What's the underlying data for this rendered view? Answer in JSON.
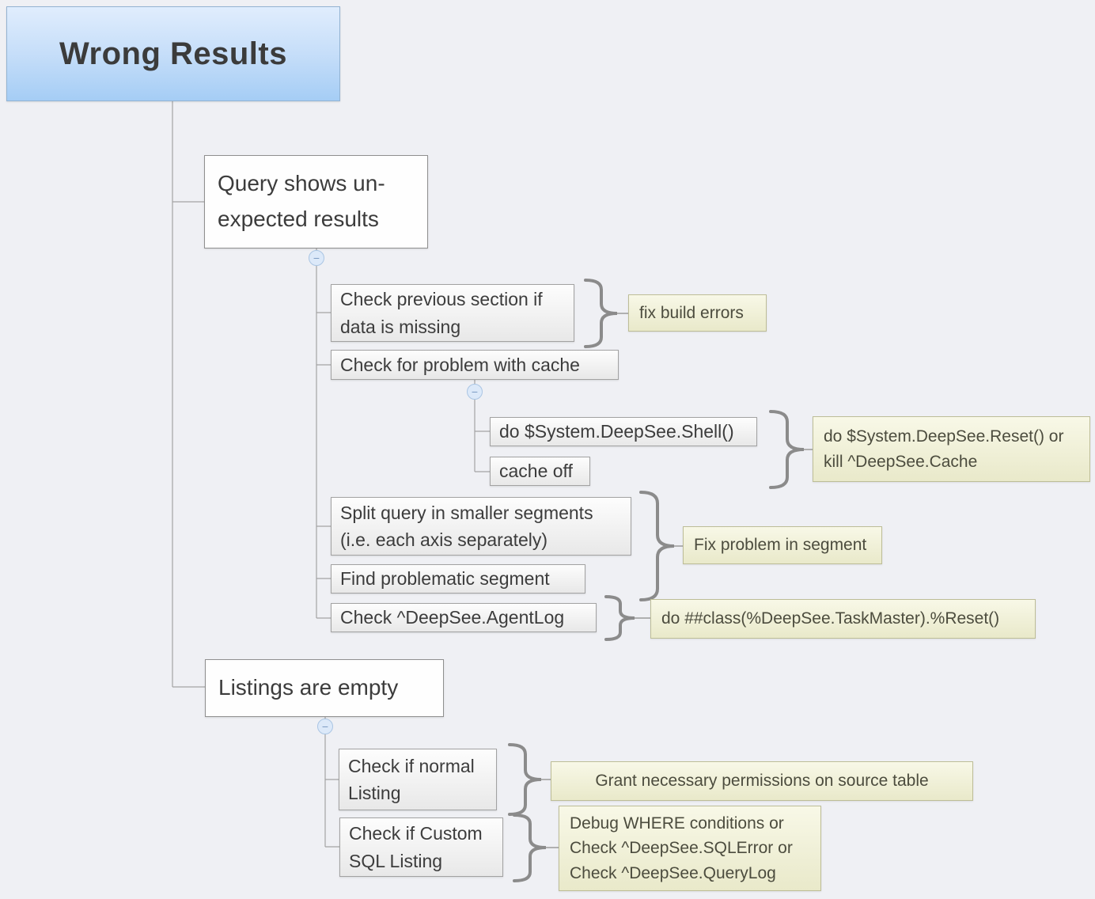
{
  "diagram_title": "Wrong Results troubleshooting mind map",
  "colors": {
    "canvas_bg": "#eff0f4",
    "root_gradient_top": "#e0edfd",
    "root_gradient_bottom": "#a5cdf5",
    "node_bg": "#fefefe",
    "child_gradient_bottom": "#e8e8e8",
    "note_bg_top": "#f8f8e7",
    "note_bg_bottom": "#e9e9ca",
    "note_border": "#bdbd97",
    "wire_gray": "#a3a3a3",
    "brace_gray": "#8b8b8b",
    "collapse_fill": "#dce9f9",
    "collapse_border": "#aac5e3"
  },
  "icons": {
    "collapse_glyph": "−"
  },
  "nodes": {
    "root": {
      "label": "Wrong Results"
    },
    "query": {
      "lines": [
        "Query shows un-",
        "expected results"
      ]
    },
    "check_prev": {
      "lines": [
        "Check previous section if",
        "data is missing"
      ]
    },
    "cache": {
      "label": "Check for problem with cache"
    },
    "shell": {
      "label": "do $System.DeepSee.Shell()"
    },
    "cache_off": {
      "label": "cache off"
    },
    "split": {
      "lines": [
        "Split query in smaller segments",
        "(i.e. each axis separately)"
      ]
    },
    "find": {
      "label": "Find problematic segment"
    },
    "agentlog": {
      "label": "Check ^DeepSee.AgentLog"
    },
    "listings": {
      "label": "Listings are empty"
    },
    "normal_listing": {
      "lines": [
        "Check if normal",
        "Listing"
      ]
    },
    "custom_sql": {
      "lines": [
        "Check if Custom",
        "SQL Listing"
      ]
    }
  },
  "notes": {
    "fix_build": {
      "label": "fix build errors"
    },
    "reset_cache": {
      "lines": [
        "do $System.DeepSee.Reset() or",
        "kill ^DeepSee.Cache"
      ]
    },
    "fix_segment": {
      "label": "Fix problem in segment"
    },
    "taskmaster": {
      "label": "do ##class(%DeepSee.TaskMaster).%Reset()"
    },
    "grant": {
      "label": "Grant necessary permissions on source table"
    },
    "debug": {
      "lines": [
        "Debug WHERE conditions or",
        "Check ^DeepSee.SQLError or",
        "Check ^DeepSee.QueryLog"
      ]
    }
  }
}
